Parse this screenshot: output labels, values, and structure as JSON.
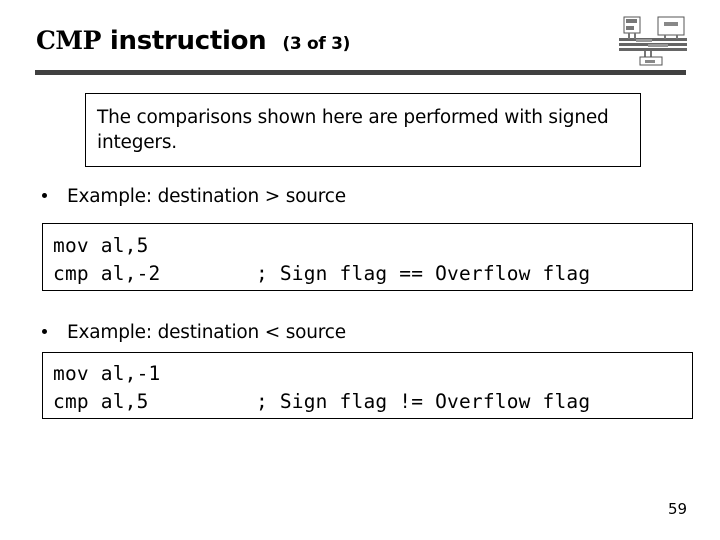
{
  "slide": {
    "title": {
      "mnemonic": "CMP",
      "main": "instruction",
      "sub": "(3 of 3)"
    },
    "logo_icon_name": "system-block-diagram-logo",
    "callout": {
      "text": "The comparisons shown here are performed with signed integers."
    },
    "bullets": [
      {
        "label": "Example: destination > source"
      },
      {
        "label": "Example: destination < source"
      }
    ],
    "code_blocks": [
      {
        "lines": [
          "mov al,5",
          "cmp al,-2        ; Sign flag == Overflow flag"
        ]
      },
      {
        "lines": [
          "mov al,-1",
          "cmp al,5         ; Sign flag != Overflow flag"
        ]
      }
    ],
    "page_number": "59",
    "colors": {
      "rule": "#404040",
      "text": "#000000",
      "background": "#ffffff"
    }
  }
}
